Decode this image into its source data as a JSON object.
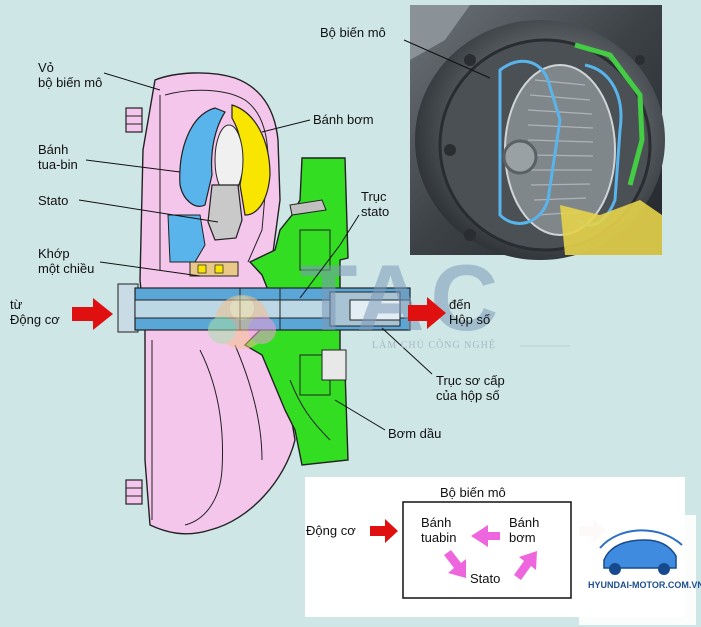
{
  "labels": {
    "vo_bo_bien_mo": "Vỏ\nbộ biến mô",
    "banh_bom": "Bánh bơm",
    "banh_tua_bin": "Bánh\ntua-bin",
    "stato": "Stato",
    "khop_mot_chieu": "Khớp\nmột chiều",
    "tu_dong_co": "từ\nĐộng cơ",
    "truc_stato": "Trục\nstato",
    "den_hop_so": "đến\nHộp số",
    "truc_so_cap": "Trục sơ cấp\ncủa hộp số",
    "bom_dau": "Bơm dầu",
    "bo_bien_mo_photo": "Bộ biến mô"
  },
  "flow_diagram": {
    "title": "Bộ biến mô",
    "input": "Động cơ",
    "turbine": "Bánh\ntuabin",
    "pump": "Bánh\nbơm",
    "stator": "Stato"
  },
  "watermark": {
    "logo": "TAC",
    "subtitle": "LÀM CHỦ CÔNG NGHỆ"
  },
  "site_logo": "HYUNDAI-MOTOR.COM.VN",
  "colors": {
    "background": "#cfe6e6",
    "housing_pink": "#f5c6ec",
    "pump_yellow": "#f8e600",
    "turbine_blue": "#58b4ea",
    "stator_gray": "#c9c9c9",
    "oil_pump_green": "#33dd22",
    "arrow_red": "#e01010",
    "flow_arrow": "#ee66dd"
  },
  "icons": [
    "red-arrow-icon",
    "magenta-arrow-icon",
    "car-logo-icon"
  ]
}
